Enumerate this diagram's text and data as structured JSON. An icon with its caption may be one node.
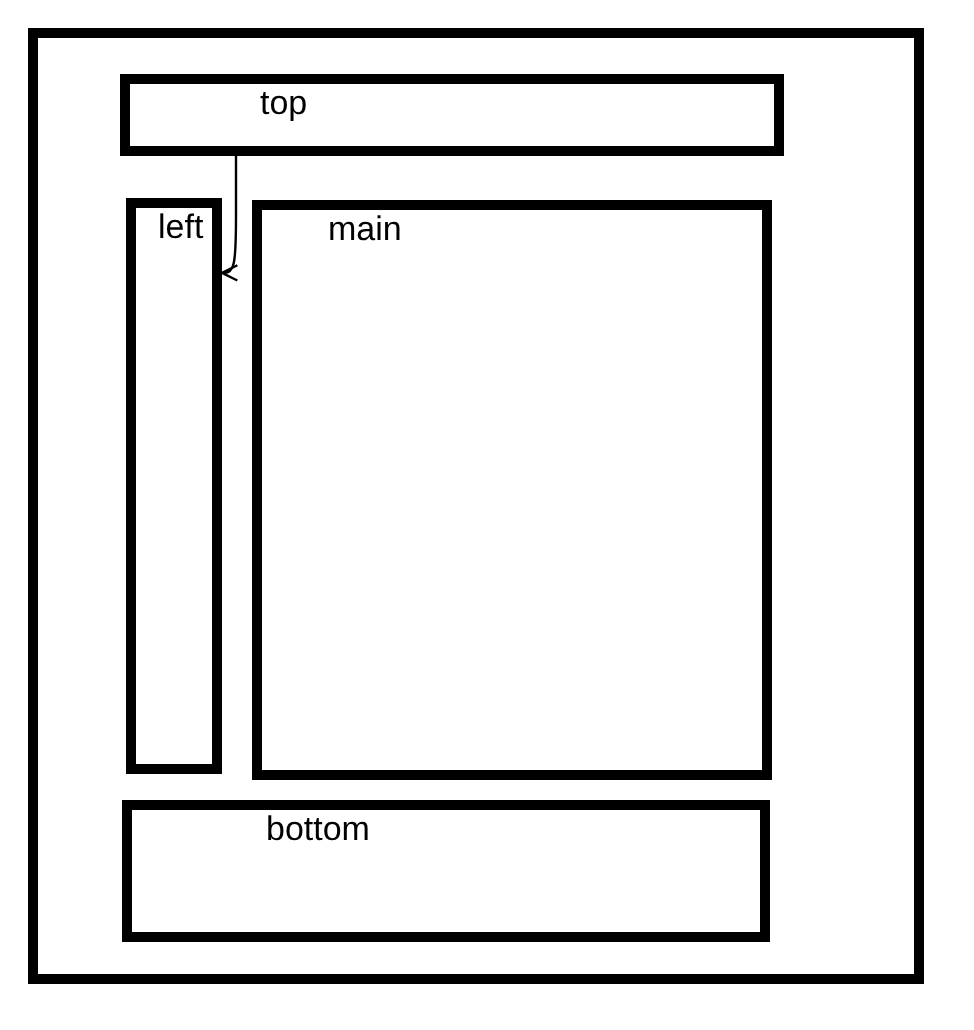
{
  "diagram": {
    "nodes": [
      {
        "text": [],
        "shape": "box"
      },
      {
        "text": [
          "top"
        ],
        "in": 0
      },
      {
        "text": [
          "left"
        ],
        "in": 0
      },
      {
        "text": [
          "main"
        ],
        "in": 0
      },
      {
        "text": [
          "bottom"
        ],
        "in": 0
      }
    ],
    "edges": [
      {
        "from": 1,
        "to": 2,
        "arrow": "to"
      }
    ]
  }
}
